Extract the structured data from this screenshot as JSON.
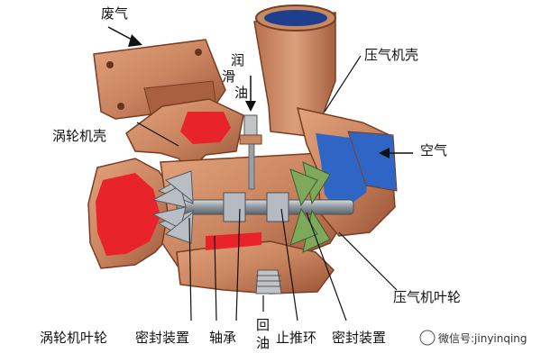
{
  "labels": {
    "exhaust": "废气",
    "lube_oil": "润滑油",
    "compressor_housing": "压气机壳",
    "turbine_housing": "涡轮机壳",
    "air": "空气",
    "compressor_impeller": "压气机叶轮",
    "turbine_impeller": "涡轮机叶轮",
    "seal_left": "密封装置",
    "bearing": "轴承",
    "oil_return": "回油",
    "thrust_ring": "止推环",
    "seal_right": "密封装置"
  },
  "watermark": {
    "text": "微信号:jinyinqing"
  },
  "colors": {
    "copper": "#c98560",
    "copper_dark": "#9a5436",
    "red_cavity": "#e8232a",
    "blue_cavity": "#2f66c6",
    "shaft": "#9aa0a6",
    "impeller_green": "#6a9a4a"
  }
}
